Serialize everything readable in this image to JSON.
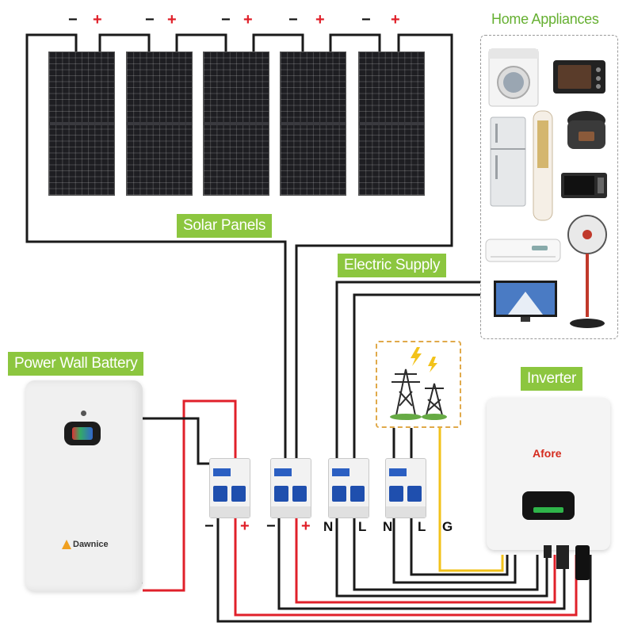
{
  "labels": {
    "solar_panels": "Solar Panels",
    "electric_supply": "Electric Supply",
    "power_wall_battery": "Power Wall Battery",
    "inverter": "Inverter",
    "home_appliances": "Home Appliances"
  },
  "panel_polarity": {
    "negative": "−",
    "positive": "+"
  },
  "breaker_terminals": [
    "−",
    "+",
    "−",
    "+",
    "N",
    "L",
    "N",
    "L",
    "G"
  ],
  "brands": {
    "battery": "Dawnice",
    "inverter": "Afore"
  },
  "colors": {
    "label_bg": "#8cc63f",
    "wire_black": "#1a1a1a",
    "wire_red": "#e0202a",
    "wire_yellow": "#f2c21a",
    "appliance_title": "#66b032",
    "breaker_blue": "#1f4fae"
  },
  "icons": [
    "solar-panel-icon",
    "transmission-tower-icon",
    "lightning-icon",
    "washing-machine-icon",
    "oven-icon",
    "refrigerator-icon",
    "tower-ac-icon",
    "rice-cooker-icon",
    "microwave-icon",
    "fan-icon",
    "air-conditioner-icon",
    "television-icon"
  ]
}
